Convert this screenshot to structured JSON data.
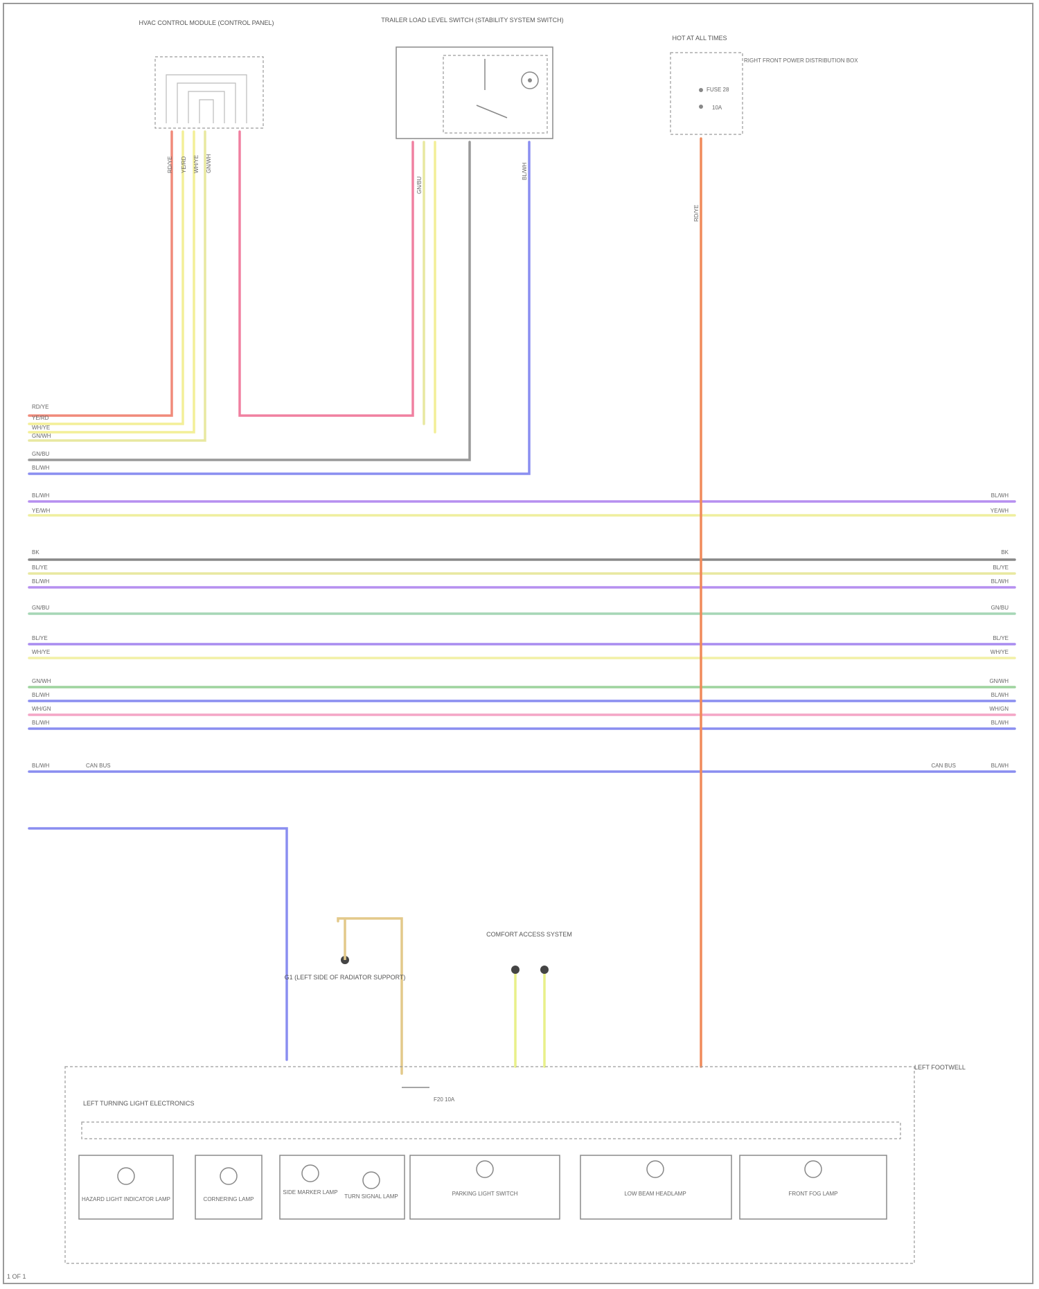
{
  "components": {
    "hvac_top": {
      "title": "HVAC CONTROL MODULE (CONTROL PANEL)"
    },
    "switch_top": {
      "title": "TRAILER LOAD LEVEL SWITCH (STABILITY SYSTEM SWITCH)"
    },
    "fuse_top": {
      "title": "HOT AT ALL TIMES",
      "side": "RIGHT FRONT POWER DISTRIBUTION BOX",
      "fuse_label": "FUSE 28",
      "amps": "10A"
    },
    "ground_bottom": {
      "title": "G1 (LEFT SIDE OF RADIATOR SUPPORT)"
    },
    "comfort_bottom": {
      "title": "COMFORT ACCESS SYSTEM"
    },
    "lh_footwell": "LEFT FOOTWELL",
    "rear_ctrl": "LEFT TURNING LIGHT ELECTRONICS",
    "rear_fuse_label": "F20 10A",
    "rear_loads": [
      "HAZARD LIGHT INDICATOR LAMP",
      "CORNERING LAMP",
      "SIDE MARKER LAMP",
      "TURN SIGNAL LAMP",
      "PARKING LIGHT SWITCH",
      "LOW BEAM HEADLAMP",
      "FRONT FOG LAMP"
    ]
  },
  "wires": {
    "left_top_labels": [
      "RD/YE",
      "YE/RD",
      "WH/YE",
      "GN/WH",
      "GN/BU",
      "BL/WH"
    ],
    "left_mid_labels": [
      "BL/WH",
      "YE/WH",
      "BK",
      "BL/YE",
      "BL/WH",
      "GN/BU",
      "BL/YE",
      "WH/YE",
      "GN/WH",
      "BL/WH",
      "WH/GN",
      "BL/WH",
      "BL/WH"
    ],
    "right_mid_labels": [
      "BL/WH",
      "YE/WH",
      "BK",
      "BL/YE",
      "BL/WH",
      "GN/BU",
      "BL/YE",
      "WH/YE",
      "GN/WH",
      "BL/WH",
      "WH/GN",
      "BL/WH",
      "BL/WH"
    ],
    "bus_label": "CAN BUS"
  },
  "footer": {
    "code": "1 OF 1"
  }
}
